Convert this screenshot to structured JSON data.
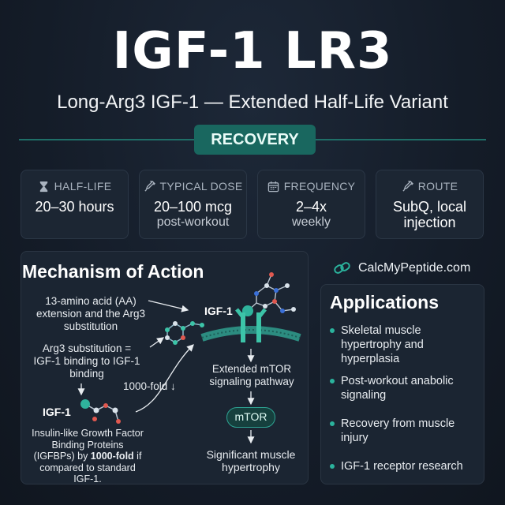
{
  "header": {
    "title": "IGF-1 LR3",
    "subtitle": "Long-Arg3 IGF-1 — Extended Half-Life Variant",
    "category_badge": "RECOVERY"
  },
  "stats": [
    {
      "icon": "hourglass-icon",
      "label": "HALF-LIFE",
      "value": "20–30 hours",
      "sub": ""
    },
    {
      "icon": "syringe-icon",
      "label": "TYPICAL DOSE",
      "value": "20–100 mcg",
      "sub": "post-workout"
    },
    {
      "icon": "calendar-icon",
      "label": "FREQUENCY",
      "value": "2–4x",
      "sub": "weekly"
    },
    {
      "icon": "syringe-icon",
      "label": "ROUTE",
      "value": "SubQ, local",
      "sub": "injection"
    }
  ],
  "mechanism": {
    "title": "Mechanism of Action",
    "aa_extension": "13-amino acid (AA) extension and the Arg3 substitution",
    "arg3": "Arg3 substitution = IGF-1 binding to IGF-1 binding",
    "igf1_left": "IGF-1",
    "igfbp_pre": "Insulin-like Growth Factor Binding Proteins (IGFBPs) by ",
    "igfbp_bold": "1000-fold",
    "igfbp_post": " if compared to standard IGF-1.",
    "fold": "1000-fold ↓",
    "igf1_receptor": "IGF-1",
    "extended": "Extended mTOR signaling pathway",
    "mtor": "mTOR",
    "result": "Significant muscle hypertrophy"
  },
  "site": {
    "icon": "link-icon",
    "text": "CalcMyPeptide.com"
  },
  "applications": {
    "title": "Applications",
    "items": [
      "Skeletal muscle hypertrophy and hyperplasia",
      "Post-workout anabolic signaling",
      "Recovery from muscle injury",
      "IGF-1 receptor research"
    ]
  },
  "colors": {
    "accent": "#19675f",
    "background": "#141c28",
    "panel": "#1b2532",
    "bullet": "#2bb39d"
  }
}
